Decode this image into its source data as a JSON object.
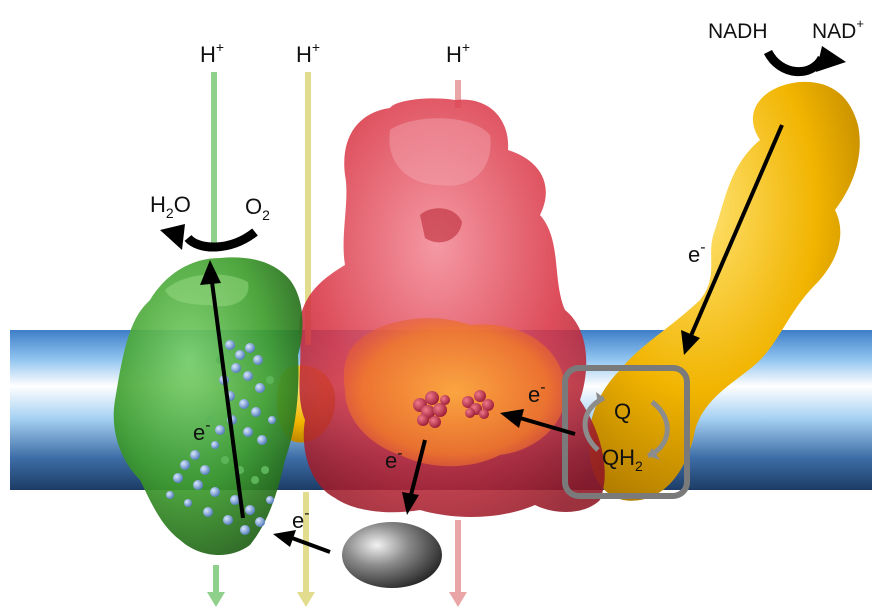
{
  "labels": {
    "h_plus_1": {
      "base": "H",
      "sup": "+"
    },
    "h_plus_2": {
      "base": "H",
      "sup": "+"
    },
    "h_plus_3": {
      "base": "H",
      "sup": "+"
    },
    "nadh": "NADH",
    "nad_plus": {
      "base": "NAD",
      "sup": "+"
    },
    "h2o": {
      "pre": "H",
      "sub": "2",
      "post": "O"
    },
    "o2": {
      "pre": "O",
      "sub": "2"
    },
    "electron_1": {
      "base": "e",
      "sup": "-"
    },
    "electron_2": {
      "base": "e",
      "sup": "-"
    },
    "electron_3": {
      "base": "e",
      "sup": "-"
    },
    "electron_4": {
      "base": "e",
      "sup": "-"
    },
    "electron_5": {
      "base": "e",
      "sup": "-"
    },
    "q": "Q",
    "qh2": {
      "pre": "QH",
      "sub": "2"
    }
  },
  "colors": {
    "membrane": "#4b8fd6",
    "complex_green": "#3f9e2e",
    "complex_red": "#d93545",
    "complex_yellow": "#f1b400",
    "cytochrome_grey": "#6c6c6c",
    "arrow_green": "#8fd08a",
    "arrow_yellow": "#e2dc8e",
    "arrow_pink": "#eaa6a6"
  }
}
